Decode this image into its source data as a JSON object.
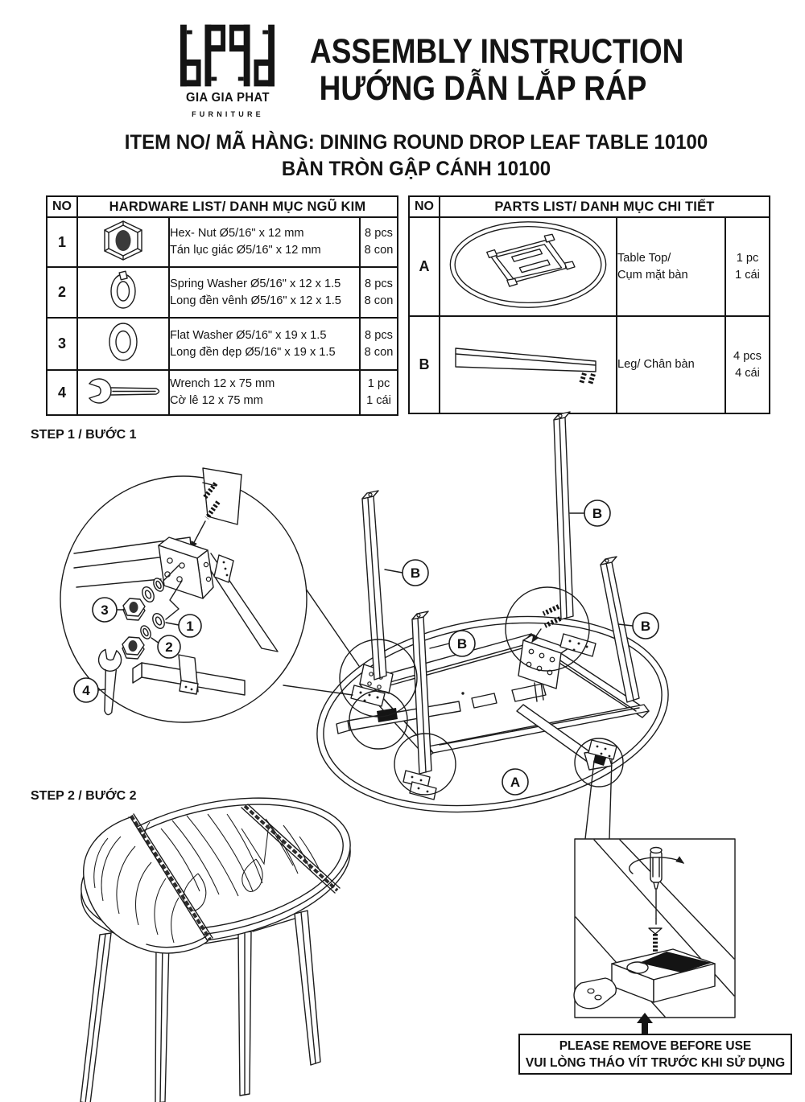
{
  "colors": {
    "line": "#1c1c1c",
    "fill_black": "#141414",
    "paper": "#ffffff"
  },
  "header": {
    "brand": "GIA GIA PHAT",
    "brand_tagline": "FURNITURE",
    "title_en": "ASSEMBLY INSTRUCTION",
    "title_vi": "HƯỚNG DẪN LẮP RÁP"
  },
  "item": {
    "line1": "ITEM NO/ MÃ HÀNG: DINING ROUND DROP LEAF TABLE 10100",
    "line2": "BÀN TRÒN GẬP CÁNH 10100"
  },
  "hardware_table": {
    "col_no": "NO",
    "col_title": "HARDWARE LIST/ DANH MỤC NGŨ KIM",
    "rows": [
      {
        "no": "1",
        "icon": "hex-nut-icon",
        "desc_en": "Hex- Nut Ø5/16\" x 12 mm",
        "desc_vi": "Tán lục giác Ø5/16\" x 12 mm",
        "qty_en": "8 pcs",
        "qty_vi": "8 con"
      },
      {
        "no": "2",
        "icon": "spring-washer-icon",
        "desc_en": "Spring Washer Ø5/16\" x 12 x 1.5",
        "desc_vi": "Long đền vênh Ø5/16\" x 12 x 1.5",
        "qty_en": "8 pcs",
        "qty_vi": "8 con"
      },
      {
        "no": "3",
        "icon": "flat-washer-icon",
        "desc_en": "Flat Washer Ø5/16\" x 19 x 1.5",
        "desc_vi": "Long đền dẹp Ø5/16\" x 19 x 1.5",
        "qty_en": "8 pcs",
        "qty_vi": "8 con"
      },
      {
        "no": "4",
        "icon": "wrench-icon",
        "desc_en": "Wrench 12 x 75 mm",
        "desc_vi": "Cờ lê 12 x 75 mm",
        "qty_en": "1 pc",
        "qty_vi": "1 cái"
      }
    ]
  },
  "parts_table": {
    "col_no": "NO",
    "col_title": "PARTS LIST/ DANH MỤC CHI TIẾT",
    "rows": [
      {
        "no": "A",
        "icon": "table-top-icon",
        "desc_en": "Table Top/",
        "desc_vi": "Cụm mặt bàn",
        "qty_en": "1 pc",
        "qty_vi": "1 cái"
      },
      {
        "no": "B",
        "icon": "leg-icon",
        "desc_en": "Leg/ Chân bàn",
        "desc_vi": "",
        "qty_en": "4 pcs",
        "qty_vi": "4 cái"
      }
    ]
  },
  "steps": {
    "step1_label": "STEP 1 / BƯỚC 1",
    "step2_label": "STEP 2 / BƯỚC 2"
  },
  "callouts": {
    "a": "A",
    "b": "B",
    "n1": "1",
    "n2": "2",
    "n3": "3",
    "n4": "4"
  },
  "notice": {
    "line1": "PLEASE REMOVE BEFORE USE",
    "line2": "VUI LÒNG THÁO VÍT TRƯỚC KHI SỬ DỤNG"
  }
}
